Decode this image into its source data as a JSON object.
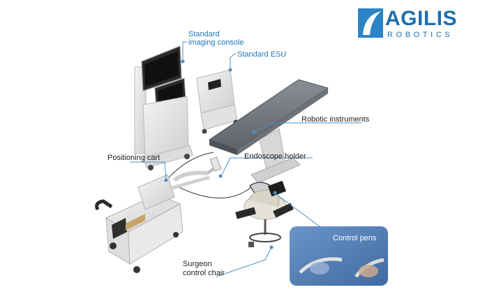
{
  "logo": {
    "brand": "AGILIS",
    "subtitle": "ROBOTICS",
    "brand_color": "#1d6fb0"
  },
  "labels": {
    "imaging_console_line1": "Standard",
    "imaging_console_line2": "imaging console",
    "esu": "Standard ESU",
    "robotic_instruments": "Robotic instruments",
    "positioning_cart": "Positioning cart",
    "endoscope_holder": "Endoscope holder",
    "control_pens": "Control pens",
    "surgeon_chair_line1": "Surgeon",
    "surgeon_chair_line2": "control chair"
  },
  "colors": {
    "label_blue": "#1b78b8",
    "leader_line": "#4a90c4",
    "inset_bg": "#5a86bd"
  }
}
